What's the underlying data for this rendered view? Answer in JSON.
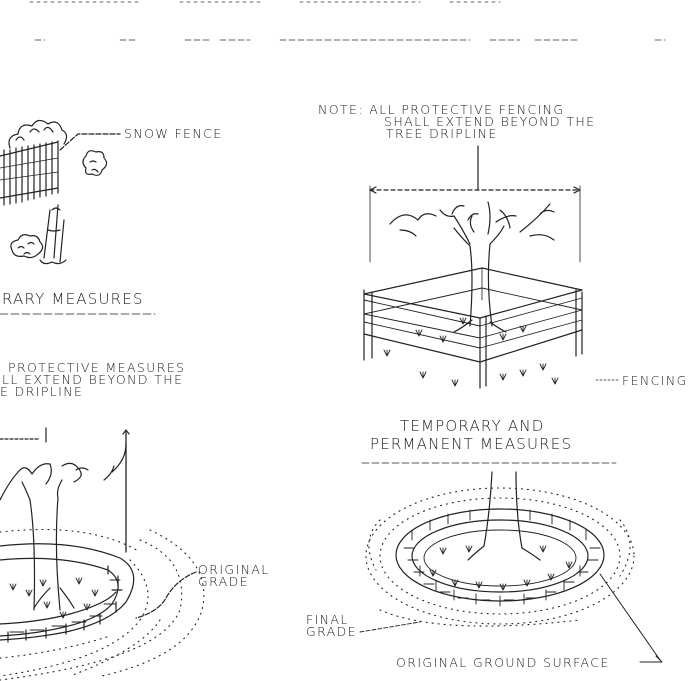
{
  "labels": {
    "snow_fence": "SNOW FENCE",
    "temporary_measures": "RARY MEASURES",
    "left_note_line1": "PROTECTIVE MEASURES",
    "left_note_line2": "LL EXTEND BEYOND THE",
    "left_note_line3": "E DRIPLINE",
    "original_grade_line1": "ORIGINAL",
    "original_grade_line2": "GRADE",
    "note_line1": "NOTE: ALL PROTECTIVE FENCING",
    "note_line2": "SHALL EXTEND BEYOND THE",
    "note_line3": "TREE DRIPLINE",
    "fencing": "FENCING",
    "temp_perm_line1": "TEMPORARY AND",
    "temp_perm_line2": "PERMANENT MEASURES",
    "final_grade_line1": "FINAL",
    "final_grade_line2": "GRADE",
    "original_ground_surface": "ORIGINAL GROUND SURFACE"
  }
}
